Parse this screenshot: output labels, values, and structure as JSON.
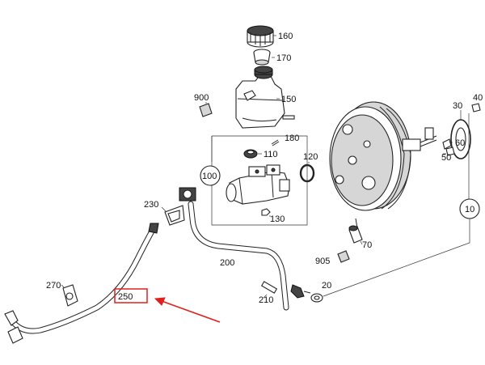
{
  "diagram": {
    "part_numbers": {
      "p160": "160",
      "p170": "170",
      "p150": "150",
      "p900": "900",
      "p180": "180",
      "p110": "110",
      "p120": "120",
      "p100": "100",
      "p130": "130",
      "p230": "230",
      "p200": "200",
      "p30": "30",
      "p40": "40",
      "p60": "60",
      "p50": "50",
      "p10": "10",
      "p70": "70",
      "p905": "905",
      "p20": "20",
      "p210": "210",
      "p270": "270",
      "p250": "250"
    },
    "highlight": {
      "label": "250",
      "box_color": "#e02020",
      "arrow_color": "#e02020"
    },
    "colors": {
      "line": "#222222",
      "fill": "#ffffff",
      "shade": "#d6d6d6"
    }
  }
}
